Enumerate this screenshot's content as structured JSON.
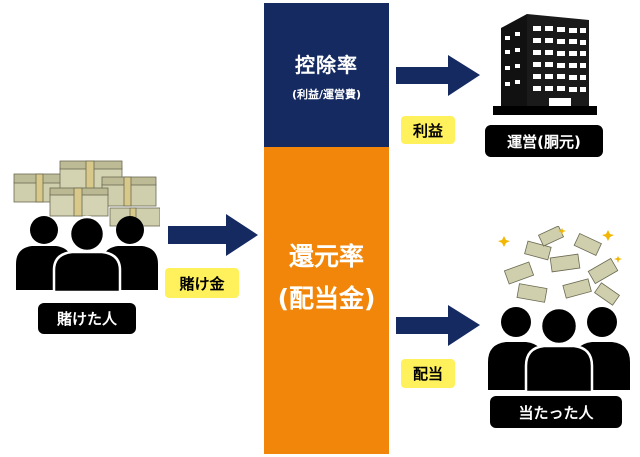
{
  "center": {
    "top_title": "控除率",
    "top_sub": "(利益/運営費)",
    "bottom_title1": "還元率",
    "bottom_title2": "(配当金)"
  },
  "labels": {
    "profit_tag": "利益",
    "bet_tag": "賭け金",
    "payout_tag": "配当",
    "operator": "運営(胴元)",
    "bettors": "賭けた人",
    "winners": "当たった人"
  },
  "colors": {
    "navy": "#142a61",
    "orange": "#f2860b",
    "yellow": "#fff15c"
  },
  "icons": {
    "building": "building-icon",
    "money_stack": "money-stack-icon",
    "flying_bills": "flying-bills-icon",
    "people": "people-icon",
    "arrow": "arrow-right-icon"
  }
}
